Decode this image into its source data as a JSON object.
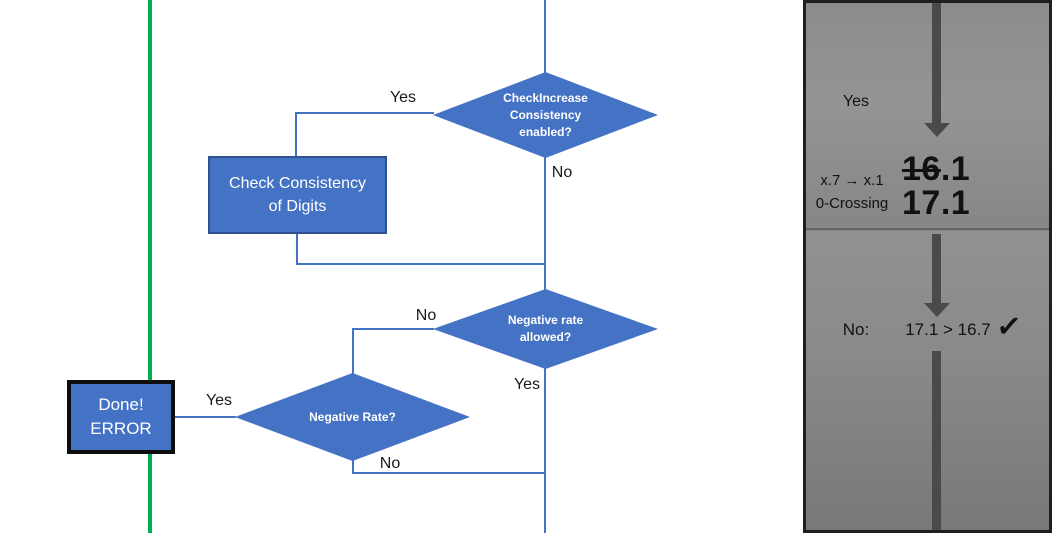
{
  "flowchart": {
    "decision_check_increase": {
      "lines": [
        "CheckIncrease",
        "Consistency",
        "enabled?"
      ]
    },
    "process_check_consistency": {
      "lines": [
        "Check Consistency",
        "of Digits"
      ]
    },
    "decision_negative_rate_allowed": {
      "lines": [
        "Negative rate",
        "allowed?"
      ]
    },
    "decision_negative_rate": {
      "label": "Negative Rate?"
    },
    "terminal_done_error": {
      "lines": [
        "Done!",
        "ERROR"
      ]
    },
    "edge_labels": {
      "check_increase_yes": "Yes",
      "check_increase_no": "No",
      "negative_rate_allowed_no": "No",
      "negative_rate_allowed_yes": "Yes",
      "negative_rate_yes": "Yes",
      "negative_rate_no": "No"
    }
  },
  "side_panel": {
    "branch_label": "Yes",
    "case_line1": "x.7 → x.1",
    "case_line2": "0-Crossing",
    "value_old_struck": "16",
    "value_old_suffix": ".1",
    "value_new": "17.1",
    "result_label": "No:",
    "result_comparison": "17.1 > 16.7",
    "check_mark": "✓"
  },
  "colors": {
    "shape_blue": "#4472C4",
    "shape_border_blue": "#2F528F",
    "connector_blue": "#4472C4",
    "green_line": "#00B050",
    "panel_gray": "#8C8C8C",
    "arrow_gray": "#4A4A4A",
    "panel_border": "#1F1F1F"
  }
}
